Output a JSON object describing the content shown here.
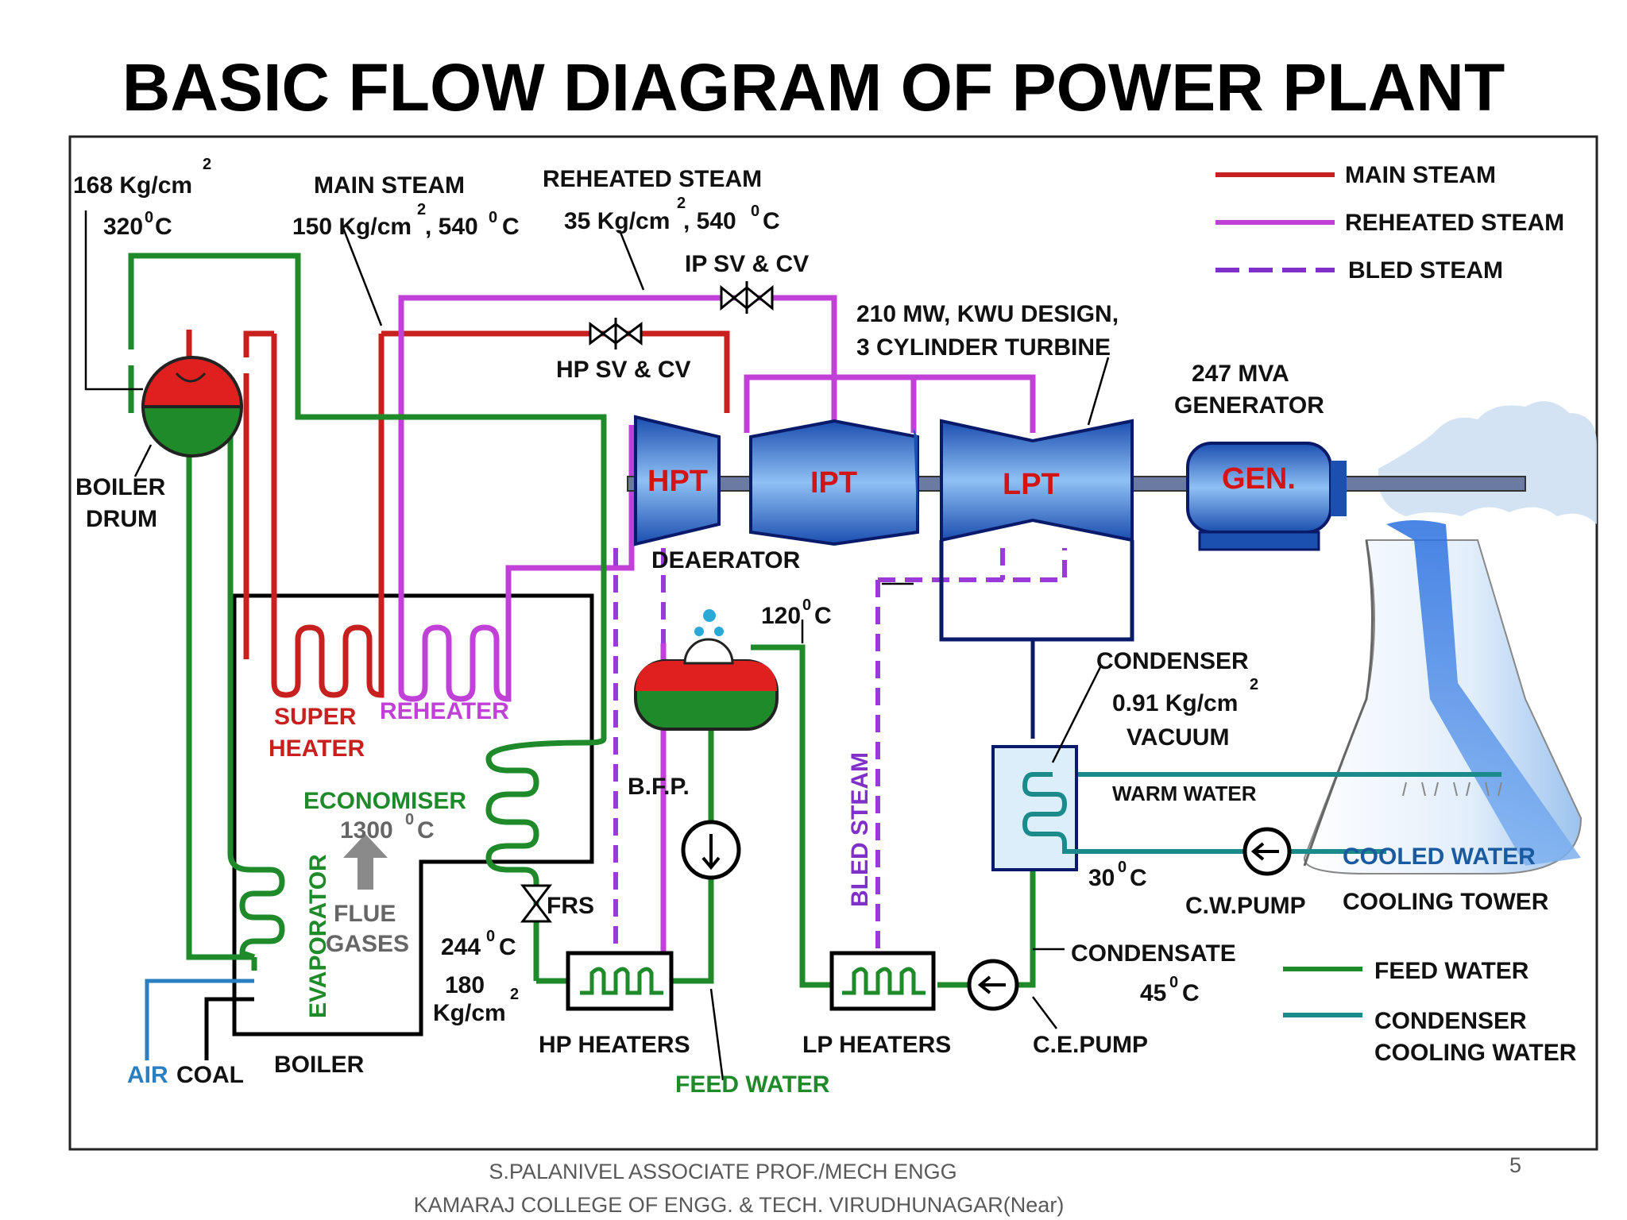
{
  "title": "BASIC FLOW DIAGRAM OF POWER PLANT",
  "labels": {
    "drum_pressure": "168 Kg/cm",
    "drum_temp": "320",
    "main_steam": "MAIN STEAM",
    "main_steam_params": "150 Kg/cm",
    "main_steam_params_b": ", 540",
    "reheated_steam": "REHEATED STEAM",
    "reheated_params": "35 Kg/cm",
    "reheated_params_b": ", 540",
    "ip_valves": "IP SV & CV",
    "hp_valves": "HP SV & CV",
    "turbine_desc_1": "210 MW, KWU DESIGN,",
    "turbine_desc_2": "3 CYLINDER TURBINE",
    "gen_desc_1": "247 MVA",
    "gen_desc_2": "GENERATOR",
    "boiler_drum_1": "BOILER",
    "boiler_drum_2": "DRUM",
    "hpt": "HPT",
    "ipt": "IPT",
    "lpt": "LPT",
    "gen": "GEN.",
    "deaerator": "DEAERATOR",
    "deaerator_temp": "120",
    "condenser": "CONDENSER",
    "condenser_pressure": "0.91 Kg/cm",
    "vacuum": "VACUUM",
    "warm_water": "WARM WATER",
    "cooled_water": "COOLED WATER",
    "cooling_tower": "COOLING TOWER",
    "cw_pump": "C.W.PUMP",
    "cw_temp": "30",
    "super_heater_1": "SUPER",
    "super_heater_2": "HEATER",
    "reheater": "REHEATER",
    "economiser": "ECONOMISER",
    "flue_temp": "1300",
    "flue_gases_1": "FLUE",
    "flue_gases_2": "GASES",
    "evaporator": "EVAPORATOR",
    "frs": "FRS",
    "fw_temp": "244",
    "fw_pressure_1": "180",
    "fw_pressure_2": "Kg/cm",
    "bfp": "B.F.P.",
    "bled_steam_vertical": "BLED STEAM",
    "condensate": "CONDENSATE",
    "condensate_temp": "45",
    "hp_heaters": "HP HEATERS",
    "lp_heaters": "LP HEATERS",
    "ce_pump": "C.E.PUMP",
    "feed_water_bottom": "FEED WATER",
    "air": "AIR",
    "coal": "COAL",
    "boiler": "BOILER",
    "deg_c": "C",
    "deg_sup": "0",
    "sq_sup": "2"
  },
  "legend": {
    "main_steam": "MAIN STEAM",
    "reheated_steam": "REHEATED STEAM",
    "bled_steam": "BLED STEAM",
    "feed_water": "FEED WATER",
    "condenser_cooling_1": "CONDENSER",
    "condenser_cooling_2": "COOLING WATER"
  },
  "colors": {
    "main_steam": "#c8201e",
    "reheated_steam": "#c040d8",
    "bled_steam": "#8030c8",
    "feed_water": "#1f8a2a",
    "cooling_water": "#1a8a8a",
    "navy": "#0a1a6a",
    "turbine_blue": "#3a7ed8"
  },
  "footer": {
    "line1": "S.PALANIVEL ASSOCIATE PROF./MECH ENGG",
    "line2": "KAMARAJ COLLEGE OF ENGG. & TECH. VIRUDHUNAGAR(Near)",
    "page": "5"
  }
}
